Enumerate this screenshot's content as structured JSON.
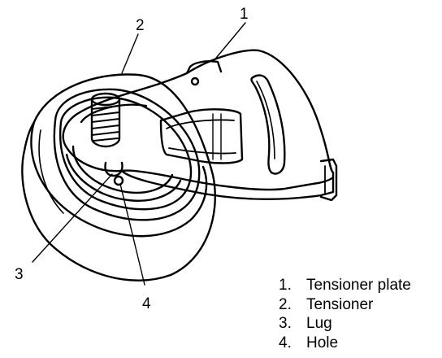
{
  "callouts": [
    {
      "number": "1"
    },
    {
      "number": "2"
    },
    {
      "number": "3"
    },
    {
      "number": "4"
    }
  ],
  "legend": [
    {
      "number": "1.",
      "label": "Tensioner plate"
    },
    {
      "number": "2.",
      "label": "Tensioner"
    },
    {
      "number": "3.",
      "label": "Lug"
    },
    {
      "number": "4.",
      "label": "Hole"
    }
  ],
  "colors": {
    "ink": "#000000",
    "background": "#ffffff"
  }
}
